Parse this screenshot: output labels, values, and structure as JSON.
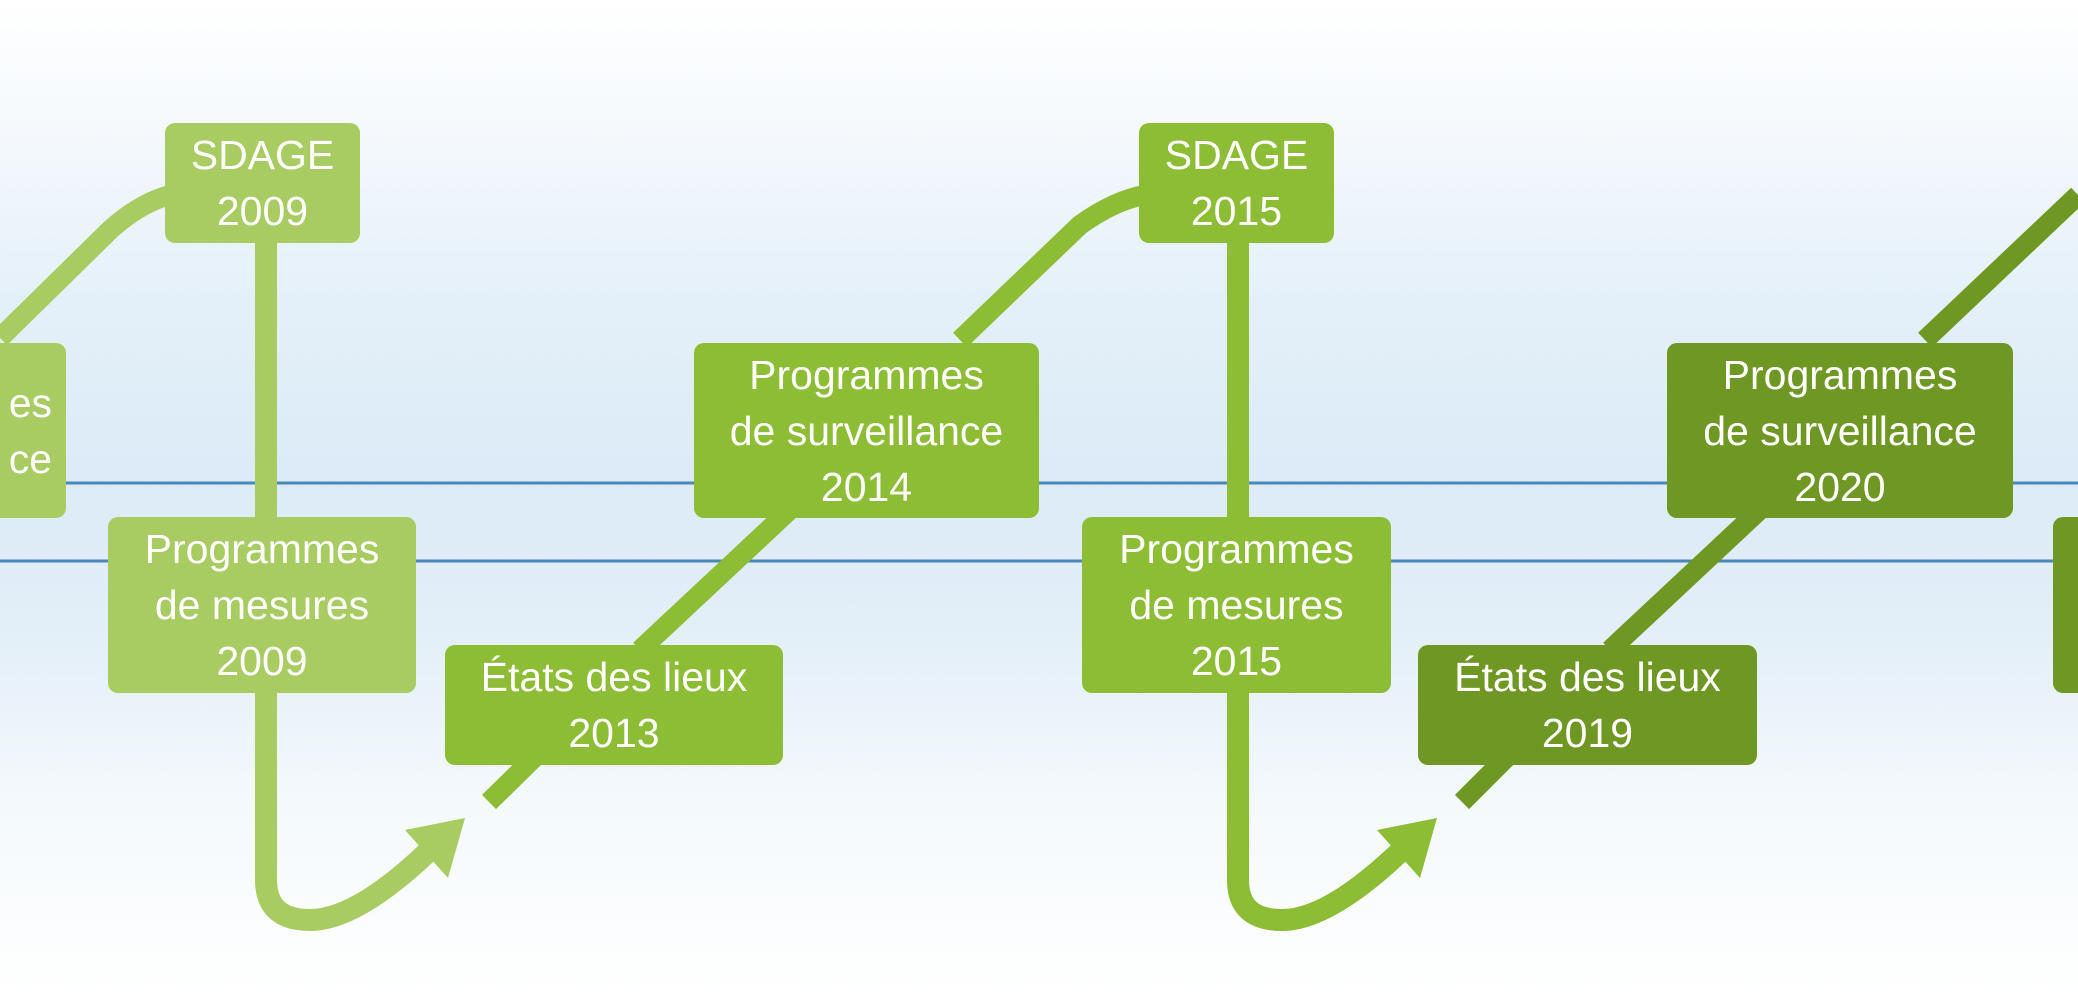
{
  "colors": {
    "light": "#a8cc62",
    "mid": "#8cbd35",
    "dark": "#6f9723",
    "timeline": "#4a88b8"
  },
  "boxes": {
    "cut_left": "es\nce",
    "sdage_2009": "SDAGE\n2009",
    "pdm_2009": "Programmes\nde mesures\n2009",
    "edl_2013": "États des lieux\n2013",
    "pds_2014": "Programmes\nde surveillance\n2014",
    "sdage_2015": "SDAGE\n2015",
    "pdm_2015": "Programmes\nde mesures\n2015",
    "edl_2019": "États des lieux\n2019",
    "pds_2020": "Programmes\nde surveillance\n2020"
  }
}
